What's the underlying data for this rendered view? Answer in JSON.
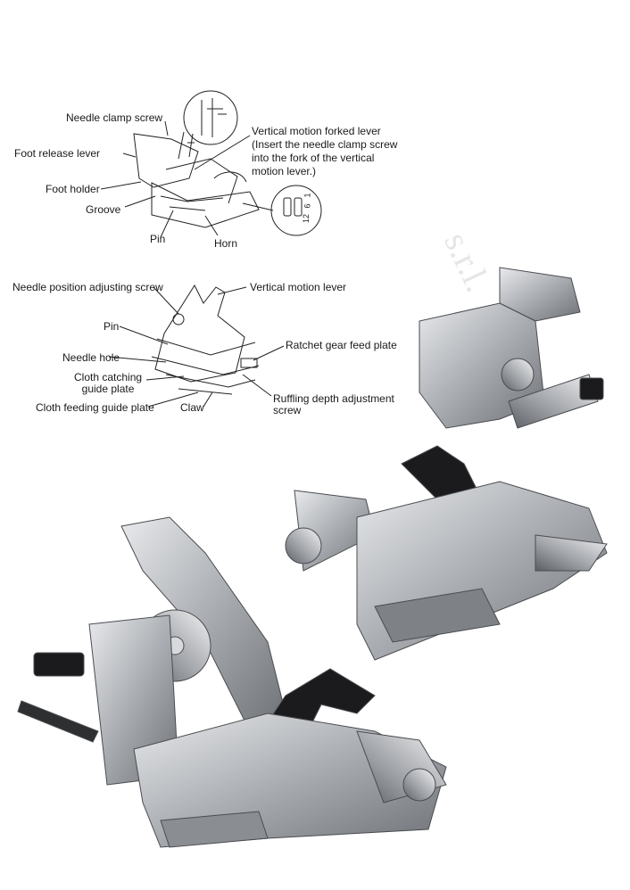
{
  "diagram1": {
    "labels": {
      "needle_clamp_screw": "Needle clamp screw",
      "foot_release_lever": "Foot release lever",
      "foot_holder": "Foot holder",
      "groove": "Groove",
      "pin": "Pin",
      "horn": "Horn",
      "vertical_motion_forked_lever": "Vertical motion forked lever",
      "vertical_motion_note_line1": "(Insert the needle clamp screw",
      "vertical_motion_note_line2": "into the fork of the vertical",
      "vertical_motion_note_line3": "motion lever.)"
    },
    "dial_marks": [
      "1",
      "6",
      "12"
    ]
  },
  "diagram2": {
    "labels": {
      "needle_position_adjusting_screw": "Needle position adjusting screw",
      "vertical_motion_lever": "Vertical motion lever",
      "pin": "Pin",
      "needle_hole": "Needle hole",
      "cloth_catching_line1": "Cloth catching",
      "cloth_catching_line2": "guide plate",
      "cloth_feeding_guide_plate": "Cloth feeding guide plate",
      "claw": "Claw",
      "ratchet_gear_feed_plate": "Ratchet gear feed plate",
      "ruffling_depth_line1": "Ruffling depth adjustment",
      "ruffling_depth_line2": "screw"
    }
  },
  "watermark": {
    "text": "s.r.l."
  },
  "colors": {
    "metal": "#b9bcc0",
    "metal_dark": "#6d7075",
    "black_part": "#1b1b1d",
    "line": "#222222"
  }
}
